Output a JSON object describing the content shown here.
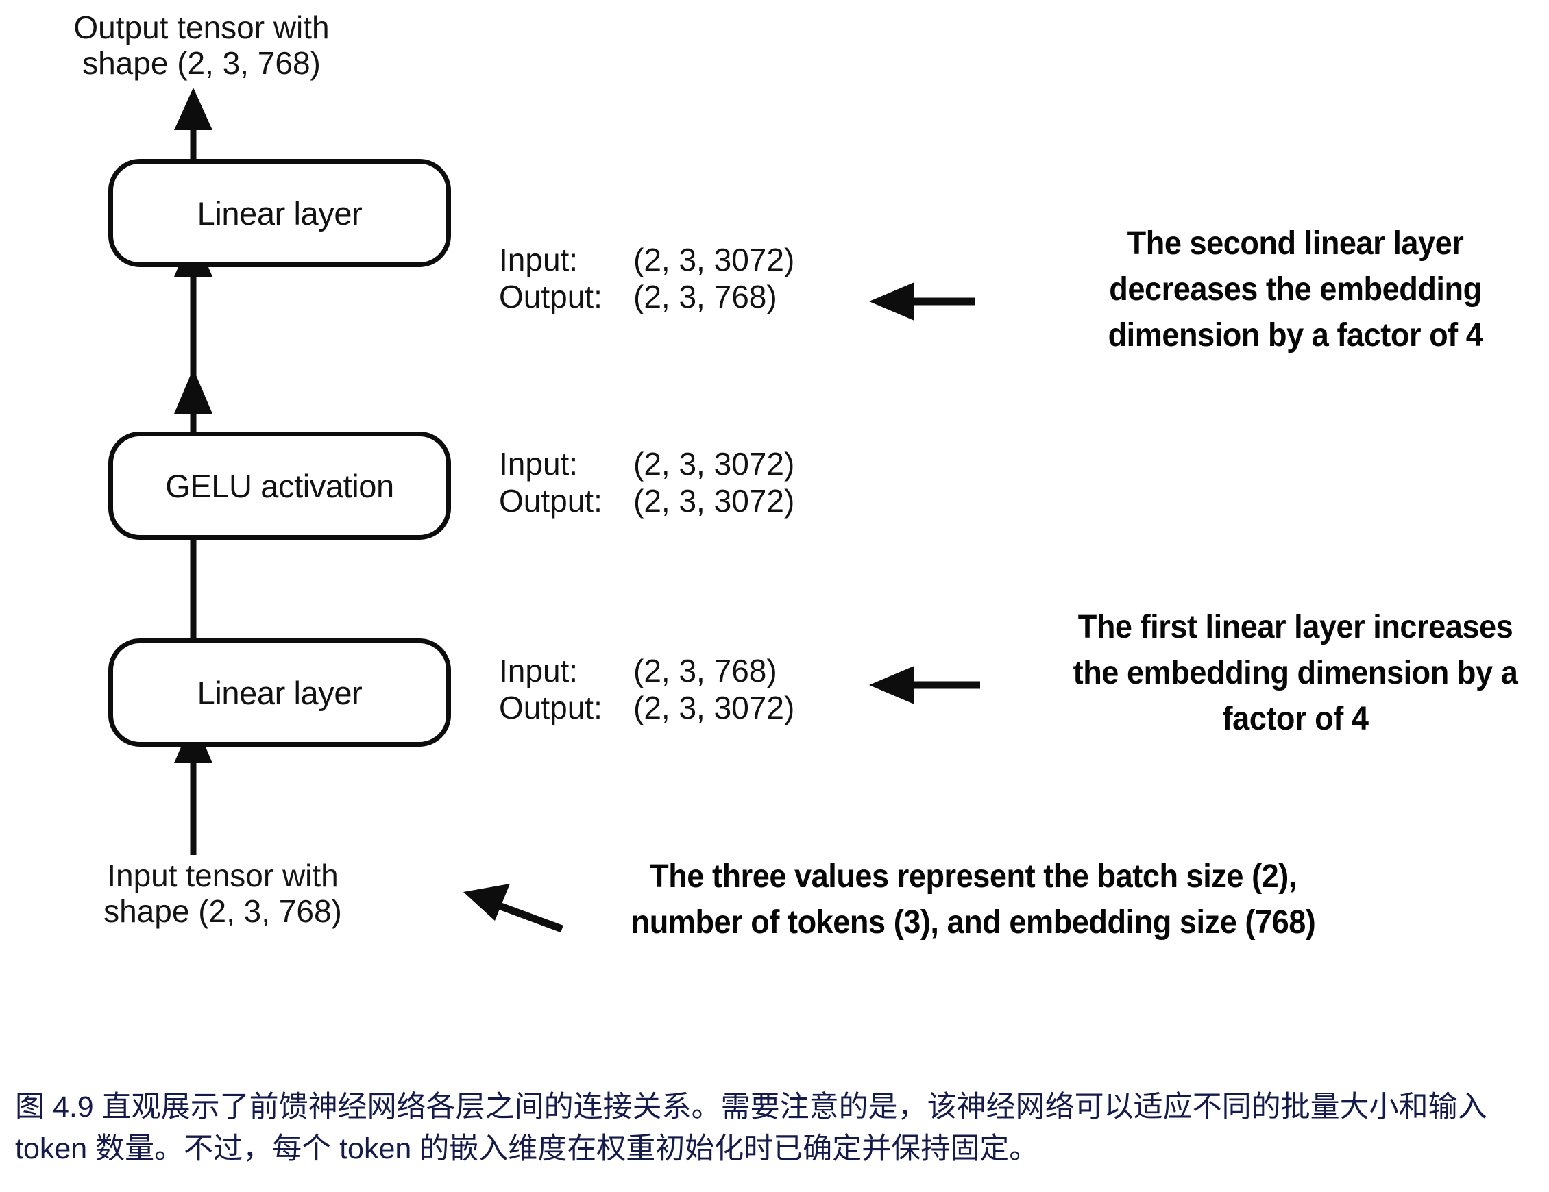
{
  "figure": {
    "top_tensor_label": "Output tensor with\nshape (2, 3, 768)",
    "bottom_tensor_label": "Input tensor with\nshape (2, 3, 768)",
    "nodes": [
      {
        "id": "linear-layer-2",
        "label": "Linear layer"
      },
      {
        "id": "gelu-activation",
        "label": "GELU activation"
      },
      {
        "id": "linear-layer-1",
        "label": "Linear layer"
      }
    ],
    "shapes": [
      {
        "for": "linear-layer-2",
        "input_key": "Input:",
        "input_value": "(2, 3, 3072)",
        "output_key": "Output:",
        "output_value": "(2, 3, 768)"
      },
      {
        "for": "gelu-activation",
        "input_key": "Input:",
        "input_value": "(2, 3, 3072)",
        "output_key": "Output:",
        "output_value": "(2, 3, 3072)"
      },
      {
        "for": "linear-layer-1",
        "input_key": "Input:",
        "input_value": "(2, 3, 768)",
        "output_key": "Output:",
        "output_value": "(2, 3, 3072)"
      }
    ],
    "callouts": [
      {
        "id": "second-linear-layer-note",
        "text": "The second linear layer decreases the embedding dimension by a factor of 4"
      },
      {
        "id": "first-linear-layer-note",
        "text": "The first linear layer increases the embedding dimension by a factor of 4"
      },
      {
        "id": "three-values-note",
        "text": "The three values represent the batch size (2), number of tokens (3), and embedding size (768)"
      }
    ]
  },
  "caption": {
    "text": "图 4.9 直观展示了前馈神经网络各层之间的连接关系。需要注意的是，该神经网络可以适应不同的批量大小和输入 token 数量。不过，每个 token 的嵌入维度在权重初始化时已确定并保持固定。"
  },
  "colors": {
    "ink": "#0d0d0d",
    "caption": "#141a4a",
    "background": "#ffffff"
  }
}
